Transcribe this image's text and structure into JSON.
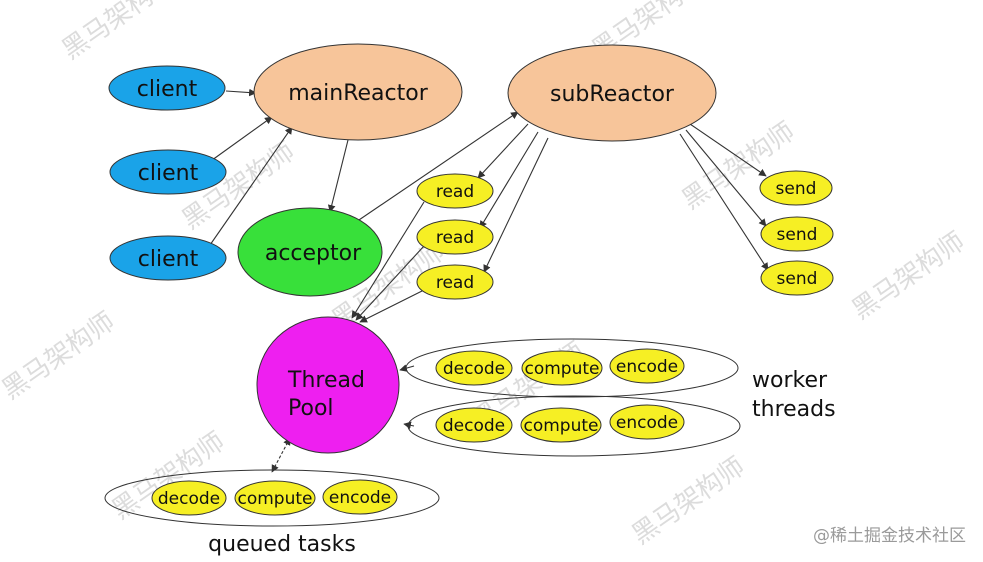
{
  "colors": {
    "client": "#1aa3e8",
    "reactor": "#f7c59a",
    "acceptor": "#38e03a",
    "rw": "#f6ef24",
    "pool": "#ee1ff0",
    "stroke": "#333333",
    "watermark": "#d9d9d9"
  },
  "nodes": {
    "client_1": "client",
    "client_2": "client",
    "client_3": "client",
    "main_reactor": "mainReactor",
    "sub_reactor": "subReactor",
    "acceptor": "acceptor",
    "read_1": "read",
    "read_2": "read",
    "read_3": "read",
    "send_1": "send",
    "send_2": "send",
    "send_3": "send",
    "thread_pool_line1": "Thread",
    "thread_pool_line2": "Pool"
  },
  "task_groups": {
    "worker_1": {
      "decode": "decode",
      "compute": "compute",
      "encode": "encode"
    },
    "worker_2": {
      "decode": "decode",
      "compute": "compute",
      "encode": "encode"
    },
    "queued": {
      "decode": "decode",
      "compute": "compute",
      "encode": "encode"
    }
  },
  "labels": {
    "worker_threads_line1": "worker",
    "worker_threads_line2": "threads",
    "queued_tasks": "queued tasks"
  },
  "watermarks": {
    "brand": "黑马架构师",
    "site": "@稀土掘金技术社区"
  }
}
